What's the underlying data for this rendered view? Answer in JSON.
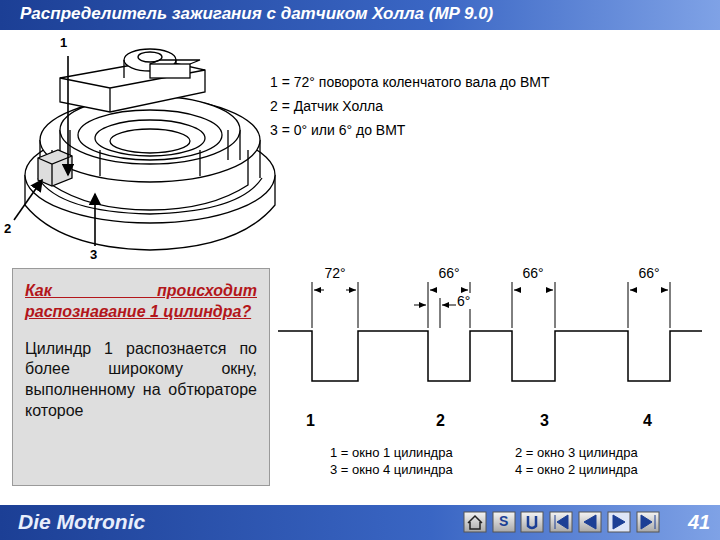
{
  "diagram": {
    "title": "Распределитель зажигания с датчиком Холла (MP 9.0)",
    "nodes": [
      {
        "text": [
          "Как происходит распознавание 1 цилиндра?",
          "Цилиндр 1 распознается по более широкому окну, выполненному на обтюраторе которое"
        ]
      }
    ],
    "labels": [
      "1",
      "2",
      "3",
      "1 = 72° поворота коленчатого вала до ВМТ",
      "2 = Датчик Холла",
      "3 = 0° или 6° до ВМТ",
      "72°",
      "66°",
      "6°",
      "66°",
      "66°",
      "1",
      "2",
      "3",
      "4",
      "1 = окно 1 цилиндра",
      "3 = окно 4 цилиндра",
      "2 = окно 3 цилиндра",
      "4 = окно 2 цилиндра",
      "Die Motronic",
      "S",
      "41"
    ]
  }
}
